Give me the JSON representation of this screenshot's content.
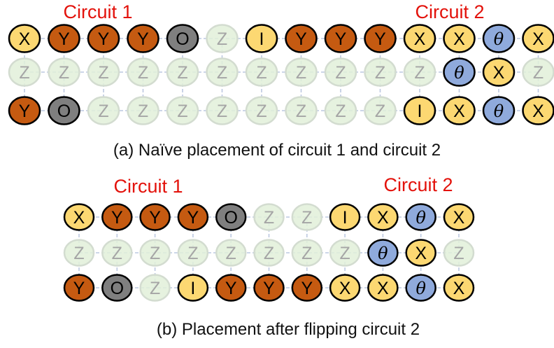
{
  "colors": {
    "X": "#fcd872",
    "Y": "#c55a11",
    "O": "#7f7f7f",
    "I": "#fcd872",
    "theta": "#8faadc",
    "Z": "#e2f0d9",
    "connector": "#bcc8e0",
    "title": "#e3120b"
  },
  "panels": [
    {
      "caption": "(a) Naïve placement of circuit 1 and circuit 2",
      "titles": [
        "Circuit 1",
        "Circuit 2"
      ],
      "grid": [
        [
          "X",
          "Y",
          "Y",
          "Y",
          "O",
          "Z",
          "I",
          "Y",
          "Y",
          "Y",
          "X",
          "X",
          "θ",
          "X"
        ],
        [
          "Z",
          "Z",
          "Z",
          "Z",
          "Z",
          "Z",
          "Z",
          "Z",
          "Z",
          "Z",
          "Z",
          "θ",
          "X",
          "Z"
        ],
        [
          "Y",
          "O",
          "Z",
          "Z",
          "Z",
          "Z",
          "Z",
          "Z",
          "Z",
          "Z",
          "I",
          "X",
          "θ",
          "X"
        ]
      ]
    },
    {
      "caption": "(b) Placement after flipping circuit 2",
      "titles": [
        "Circuit 1",
        "Circuit 2"
      ],
      "grid": [
        [
          "X",
          "Y",
          "Y",
          "Y",
          "O",
          "Z",
          "Z",
          "I",
          "X",
          "θ",
          "X"
        ],
        [
          "Z",
          "Z",
          "Z",
          "Z",
          "Z",
          "Z",
          "Z",
          "Z",
          "θ",
          "X",
          "Z"
        ],
        [
          "Y",
          "O",
          "Z",
          "I",
          "Y",
          "Y",
          "Y",
          "X",
          "X",
          "θ",
          "X"
        ]
      ]
    }
  ]
}
